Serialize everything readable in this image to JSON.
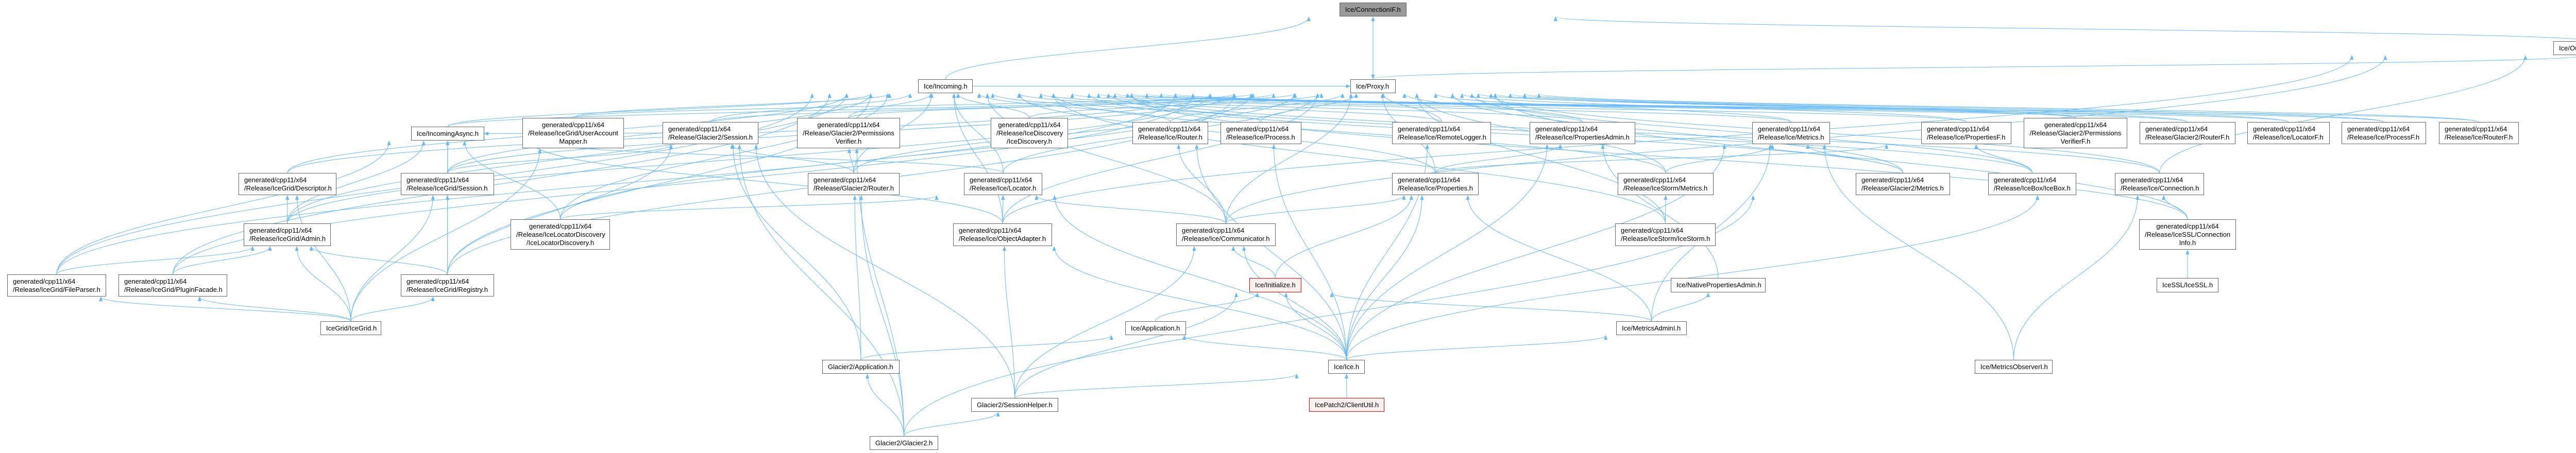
{
  "graph": {
    "colors": {
      "edge": "#63b8ff",
      "border": "#666666",
      "current_fill": "#999999",
      "truncated_border": "#ff0000",
      "truncated_fill": "#fff0f0"
    },
    "nodes": [
      {
        "id": "connectionif",
        "label": "Ice/ConnectionIF.h",
        "kind": "current"
      },
      {
        "id": "incoming",
        "label": "Ice/Incoming.h"
      },
      {
        "id": "proxy",
        "label": "Ice/Proxy.h"
      },
      {
        "id": "outgoingasync",
        "label": "Ice/OutgoingAsync.h"
      },
      {
        "id": "incomingasync",
        "label": "Ice/IncomingAsync.h"
      },
      {
        "id": "descriptor",
        "label": "generated/cpp11/x64\n/Release/IceGrid/Descriptor.h"
      },
      {
        "id": "icegrid_session",
        "label": "generated/cpp11/x64\n/Release/IceGrid/Session.h"
      },
      {
        "id": "admin",
        "label": "generated/cpp11/x64\n/Release/IceGrid/Admin.h"
      },
      {
        "id": "fileparser",
        "label": "generated/cpp11/x64\n/Release/IceGrid/FileParser.h"
      },
      {
        "id": "pluginfacade",
        "label": "generated/cpp11/x64\n/Release/IceGrid/PluginFacade.h"
      },
      {
        "id": "registry",
        "label": "generated/cpp11/x64\n/Release/IceGrid/Registry.h"
      },
      {
        "id": "icegrid_h",
        "label": "IceGrid/IceGrid.h"
      },
      {
        "id": "useraccountmapper",
        "label": "generated/cpp11/x64\n/Release/IceGrid/UserAccount\nMapper.h",
        "center": true
      },
      {
        "id": "locatordiscovery",
        "label": "generated/cpp11/x64\n/Release/IceLocatorDiscovery\n/IceLocatorDiscovery.h",
        "center": true
      },
      {
        "id": "g2_session",
        "label": "generated/cpp11/x64\n/Release/Glacier2/Session.h"
      },
      {
        "id": "g2_permverifier",
        "label": "generated/cpp11/x64\n/Release/Glacier2/Permissions\nVerifier.h",
        "center": true
      },
      {
        "id": "g2_router",
        "label": "generated/cpp11/x64\n/Release/Glacier2/Router.h"
      },
      {
        "id": "g2_application",
        "label": "Glacier2/Application.h"
      },
      {
        "id": "glacier2_h",
        "label": "Glacier2/Glacier2.h"
      },
      {
        "id": "icediscovery",
        "label": "generated/cpp11/x64\n/Release/IceDiscovery\n/IceDiscovery.h",
        "center": true
      },
      {
        "id": "ice_router",
        "label": "generated/cpp11/x64\n/Release/Ice/Router.h"
      },
      {
        "id": "ice_process",
        "label": "generated/cpp11/x64\n/Release/Ice/Process.h"
      },
      {
        "id": "ice_locator",
        "label": "generated/cpp11/x64\n/Release/Ice/Locator.h"
      },
      {
        "id": "objectadapter",
        "label": "generated/cpp11/x64\n/Release/Ice/ObjectAdapter.h"
      },
      {
        "id": "communicator",
        "label": "generated/cpp11/x64\n/Release/Ice/Communicator.h"
      },
      {
        "id": "initialize",
        "label": "Ice/Initialize.h",
        "kind": "truncated"
      },
      {
        "id": "ice_application",
        "label": "Ice/Application.h"
      },
      {
        "id": "ice_h",
        "label": "Ice/Ice.h"
      },
      {
        "id": "sessionhelper",
        "label": "Glacier2/SessionHelper.h"
      },
      {
        "id": "clientutil",
        "label": "IcePatch2/ClientUtil.h",
        "kind": "truncated"
      },
      {
        "id": "remotelogger",
        "label": "generated/cpp11/x64\n/Release/Ice/RemoteLogger.h"
      },
      {
        "id": "propertiesadmin",
        "label": "generated/cpp11/x64\n/Release/Ice/PropertiesAdmin.h"
      },
      {
        "id": "ice_metrics",
        "label": "generated/cpp11/x64\n/Release/Ice/Metrics.h"
      },
      {
        "id": "ice_properties",
        "label": "generated/cpp11/x64\n/Release/Ice/Properties.h"
      },
      {
        "id": "icestorm_metrics",
        "label": "generated/cpp11/x64\n/Release/IceStorm/Metrics.h"
      },
      {
        "id": "icestorm_h",
        "label": "generated/cpp11/x64\n/Release/IceStorm/IceStorm.h"
      },
      {
        "id": "nativepropertiesadmin",
        "label": "Ice/NativePropertiesAdmin.h"
      },
      {
        "id": "metricsadmini",
        "label": "Ice/MetricsAdminI.h"
      },
      {
        "id": "propertiesf",
        "label": "generated/cpp11/x64\n/Release/Ice/PropertiesF.h"
      },
      {
        "id": "permverifierf",
        "label": "generated/cpp11/x64\n/Release/Glacier2/Permissions\nVerifierF.h",
        "center": true
      },
      {
        "id": "g2_routerf",
        "label": "generated/cpp11/x64\n/Release/Glacier2/RouterF.h"
      },
      {
        "id": "locatorf",
        "label": "generated/cpp11/x64\n/Release/Ice/LocatorF.h"
      },
      {
        "id": "processf",
        "label": "generated/cpp11/x64\n/Release/Ice/ProcessF.h"
      },
      {
        "id": "ice_routerf",
        "label": "generated/cpp11/x64\n/Release/Ice/RouterF.h"
      },
      {
        "id": "g2_metrics",
        "label": "generated/cpp11/x64\n/Release/Glacier2/Metrics.h"
      },
      {
        "id": "icebox",
        "label": "generated/cpp11/x64\n/Release/IceBox/IceBox.h"
      },
      {
        "id": "connection",
        "label": "generated/cpp11/x64\n/Release/Ice/Connection.h"
      },
      {
        "id": "connectioninfo",
        "label": "generated/cpp11/x64\n/Release/IceSSL/Connection\nInfo.h",
        "center": true
      },
      {
        "id": "icessl_h",
        "label": "IceSSL/IceSSL.h"
      },
      {
        "id": "metricsobserveri",
        "label": "Ice/MetricsObserverI.h"
      }
    ],
    "core_includers": [
      "descriptor",
      "icegrid_session",
      "admin",
      "fileparser",
      "pluginfacade",
      "registry",
      "useraccountmapper",
      "locatordiscovery",
      "g2_session",
      "g2_permverifier",
      "g2_router",
      "icediscovery",
      "ice_router",
      "ice_process",
      "ice_locator",
      "objectadapter",
      "communicator",
      "remotelogger",
      "propertiesadmin",
      "ice_metrics",
      "ice_properties",
      "icestorm_metrics",
      "icestorm_h",
      "propertiesf",
      "permverifierf",
      "g2_routerf",
      "locatorf",
      "processf",
      "ice_routerf",
      "g2_metrics",
      "icebox",
      "connection",
      "connectioninfo"
    ],
    "edges": [
      [
        "incoming",
        "connectionif"
      ],
      [
        "proxy",
        "connectionif"
      ],
      [
        "outgoingasync",
        "connectionif"
      ],
      [
        "outgoingasync",
        "proxy"
      ],
      [
        "incoming",
        "proxy"
      ],
      [
        "incomingasync",
        "incoming"
      ],
      [
        "incomingasync",
        "proxy"
      ],
      [
        "icegrid_session",
        "incomingasync"
      ],
      [
        "icegrid_session",
        "g2_session"
      ],
      [
        "admin",
        "descriptor"
      ],
      [
        "admin",
        "incomingasync"
      ],
      [
        "registry",
        "admin"
      ],
      [
        "registry",
        "icegrid_session"
      ],
      [
        "registry",
        "incomingasync"
      ],
      [
        "registry",
        "g2_session"
      ],
      [
        "fileparser",
        "admin"
      ],
      [
        "fileparser",
        "incomingasync"
      ],
      [
        "pluginfacade",
        "admin"
      ],
      [
        "icegrid_h",
        "fileparser"
      ],
      [
        "icegrid_h",
        "pluginfacade"
      ],
      [
        "icegrid_h",
        "admin"
      ],
      [
        "icegrid_h",
        "descriptor"
      ],
      [
        "icegrid_h",
        "icegrid_session"
      ],
      [
        "icegrid_h",
        "registry"
      ],
      [
        "icegrid_h",
        "useraccountmapper"
      ],
      [
        "locatordiscovery",
        "incomingasync"
      ],
      [
        "locatordiscovery",
        "ice_locator"
      ],
      [
        "g2_session",
        "incomingasync"
      ],
      [
        "g2_router",
        "g2_session"
      ],
      [
        "g2_router",
        "g2_permverifier"
      ],
      [
        "g2_application",
        "g2_session"
      ],
      [
        "g2_application",
        "g2_router"
      ],
      [
        "g2_application",
        "ice_application"
      ],
      [
        "glacier2_h",
        "g2_application"
      ],
      [
        "glacier2_h",
        "g2_session"
      ],
      [
        "glacier2_h",
        "g2_router"
      ],
      [
        "glacier2_h",
        "g2_permverifier"
      ],
      [
        "glacier2_h",
        "sessionhelper"
      ],
      [
        "glacier2_h",
        "g2_metrics"
      ],
      [
        "sessionhelper",
        "objectadapter"
      ],
      [
        "sessionhelper",
        "communicator"
      ],
      [
        "sessionhelper",
        "initialize"
      ],
      [
        "sessionhelper",
        "ice_h"
      ],
      [
        "sessionhelper",
        "g2_session"
      ],
      [
        "ice_locator",
        "incomingasync"
      ],
      [
        "objectadapter",
        "ice_locator"
      ],
      [
        "objectadapter",
        "incomingasync"
      ],
      [
        "communicator",
        "ice_router"
      ],
      [
        "communicator",
        "ice_locator"
      ],
      [
        "communicator",
        "ice_properties"
      ],
      [
        "initialize",
        "communicator"
      ],
      [
        "initialize",
        "ice_properties"
      ],
      [
        "ice_application",
        "initialize"
      ],
      [
        "ice_h",
        "initialize"
      ],
      [
        "ice_h",
        "communicator"
      ],
      [
        "ice_h",
        "objectadapter"
      ],
      [
        "ice_h",
        "ice_locator"
      ],
      [
        "ice_h",
        "ice_router"
      ],
      [
        "ice_h",
        "ice_process"
      ],
      [
        "ice_h",
        "ice_application"
      ],
      [
        "ice_h",
        "ice_properties"
      ],
      [
        "ice_h",
        "remotelogger"
      ],
      [
        "ice_h",
        "propertiesadmin"
      ],
      [
        "ice_h",
        "ice_metrics"
      ],
      [
        "ice_h",
        "connection"
      ],
      [
        "ice_h",
        "metricsadmini"
      ],
      [
        "clientutil",
        "ice_h"
      ],
      [
        "ice_properties",
        "propertiesadmin"
      ],
      [
        "ice_properties",
        "propertiesf"
      ],
      [
        "nativepropertiesadmin",
        "propertiesadmin"
      ],
      [
        "metricsadmini",
        "nativepropertiesadmin"
      ],
      [
        "metricsadmini",
        "ice_properties"
      ],
      [
        "metricsadmini",
        "ice_metrics"
      ],
      [
        "metricsadmini",
        "initialize"
      ],
      [
        "icestorm_metrics",
        "ice_metrics"
      ],
      [
        "icestorm_h",
        "icestorm_metrics"
      ],
      [
        "g2_metrics",
        "ice_metrics"
      ],
      [
        "icebox",
        "propertiesf"
      ],
      [
        "connectioninfo",
        "connection"
      ],
      [
        "icessl_h",
        "connectioninfo"
      ],
      [
        "metricsobserveri",
        "ice_metrics"
      ],
      [
        "metricsobserveri",
        "connection"
      ],
      [
        "connection",
        "outgoingasync"
      ],
      [
        "communicator",
        "outgoingasync"
      ],
      [
        "objectadapter",
        "outgoingasync"
      ]
    ]
  }
}
